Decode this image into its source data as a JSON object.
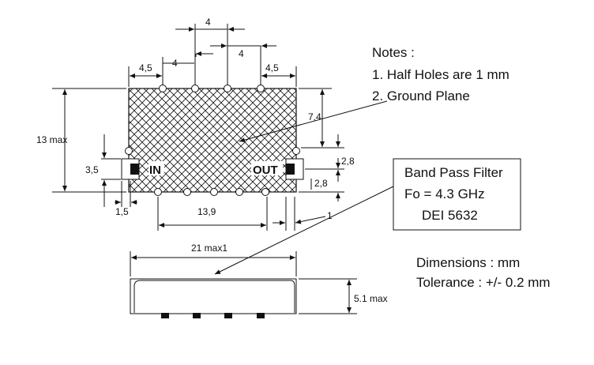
{
  "notes": {
    "heading": "Notes :",
    "item1": "1.  Half Holes are 1 mm",
    "item2": "2. Ground Plane"
  },
  "filter_box": {
    "line1": "Band Pass Filter",
    "line2": "Fo = 4.3 GHz",
    "line3": "DEI 5632"
  },
  "units": {
    "dimensions": "Dimensions : mm",
    "tolerance": "Tolerance   : +/- 0.2 mm"
  },
  "pins": {
    "in": "IN",
    "out": "OUT"
  },
  "dimensions": {
    "top_pitch_center": "4",
    "top_pitch_left": "4",
    "top_pitch_right": "4",
    "top_edge_left": "4,5",
    "top_edge_right": "4,5",
    "height_max": "13 max",
    "pad_height": "3,5",
    "pad_width": "1,5",
    "pad_spacing": "13,9",
    "right_offset": "7,4",
    "right_upper": "2,8",
    "right_lower": "2,8",
    "callout_1": "1",
    "width_max": "21 max1",
    "thickness_max": "5.1 max"
  },
  "colors": {
    "line": "#111111",
    "background": "#ffffff"
  }
}
